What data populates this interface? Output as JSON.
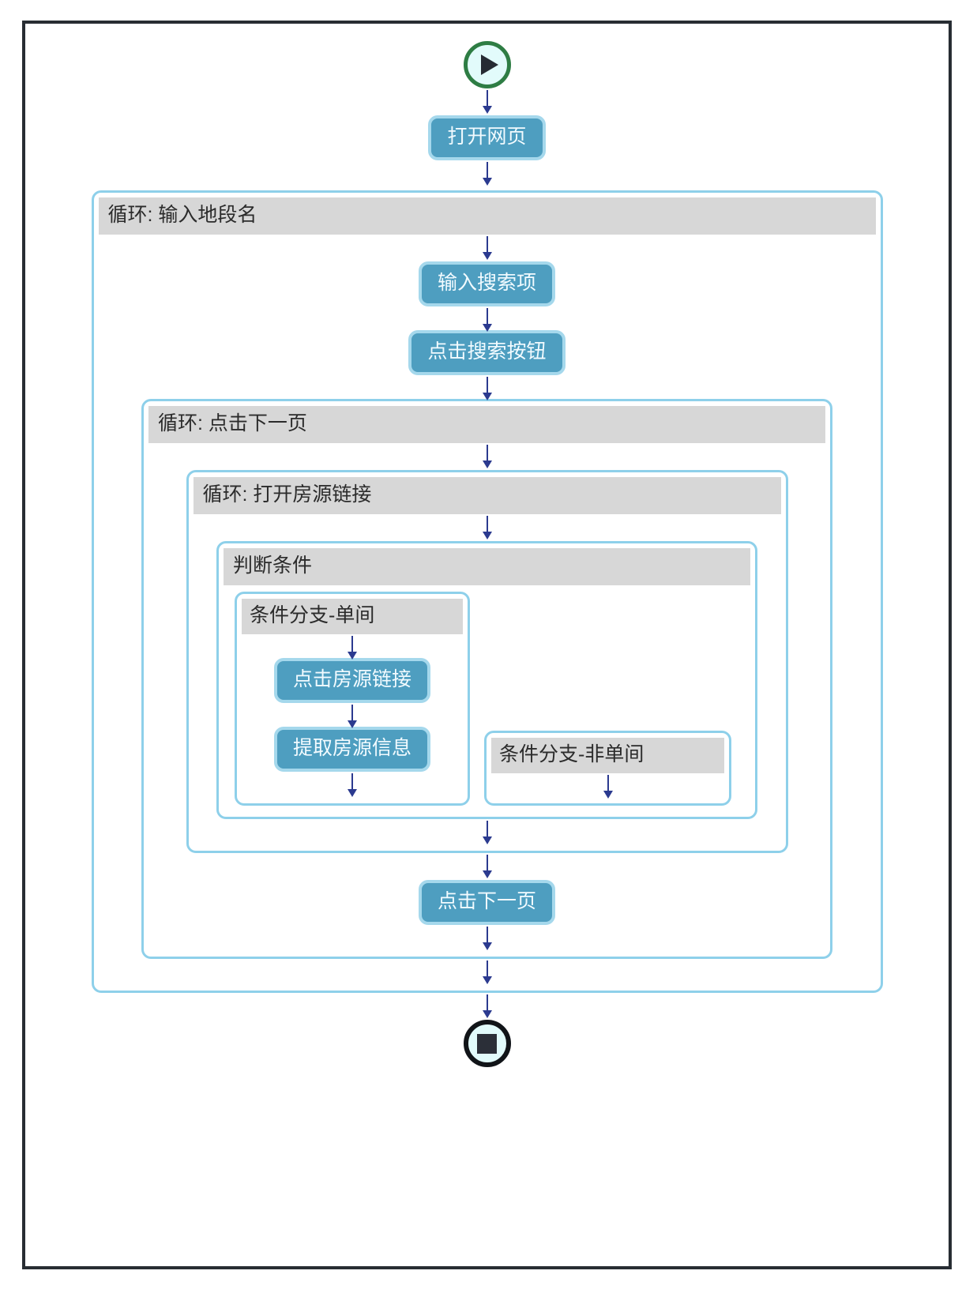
{
  "diagram": {
    "type": "flowchart",
    "title": "",
    "nodes": {
      "start": {
        "icon": "play-icon",
        "label": ""
      },
      "open_page": {
        "label": "打开网页"
      },
      "loop_district": {
        "label": "循环: 输入地段名"
      },
      "input_search": {
        "label": "输入搜索项"
      },
      "click_search": {
        "label": "点击搜索按钮"
      },
      "loop_next_page": {
        "label": "循环: 点击下一页"
      },
      "loop_open_listing": {
        "label": "循环: 打开房源链接"
      },
      "condition": {
        "label": "判断条件"
      },
      "branch_single": {
        "label": "条件分支-单间"
      },
      "click_listing_link": {
        "label": "点击房源链接"
      },
      "extract_listing_info": {
        "label": "提取房源信息"
      },
      "branch_not_single": {
        "label": "条件分支-非单间"
      },
      "click_next_page": {
        "label": "点击下一页"
      },
      "end": {
        "icon": "stop-icon",
        "label": ""
      }
    },
    "colors": {
      "frame_border": "#282d33",
      "action_fill": "#4e9ec0",
      "action_border": "#a5d8ec",
      "action_text": "#f2fbff",
      "container_border": "#8ed0ea",
      "title_bar_fill": "#d7d7d7",
      "title_text": "#2b2b2b",
      "arrow": "#2b3a8f",
      "start_ring": "#2e7d44",
      "end_ring": "#111418",
      "terminator_fill": "#e2fbfb"
    }
  }
}
